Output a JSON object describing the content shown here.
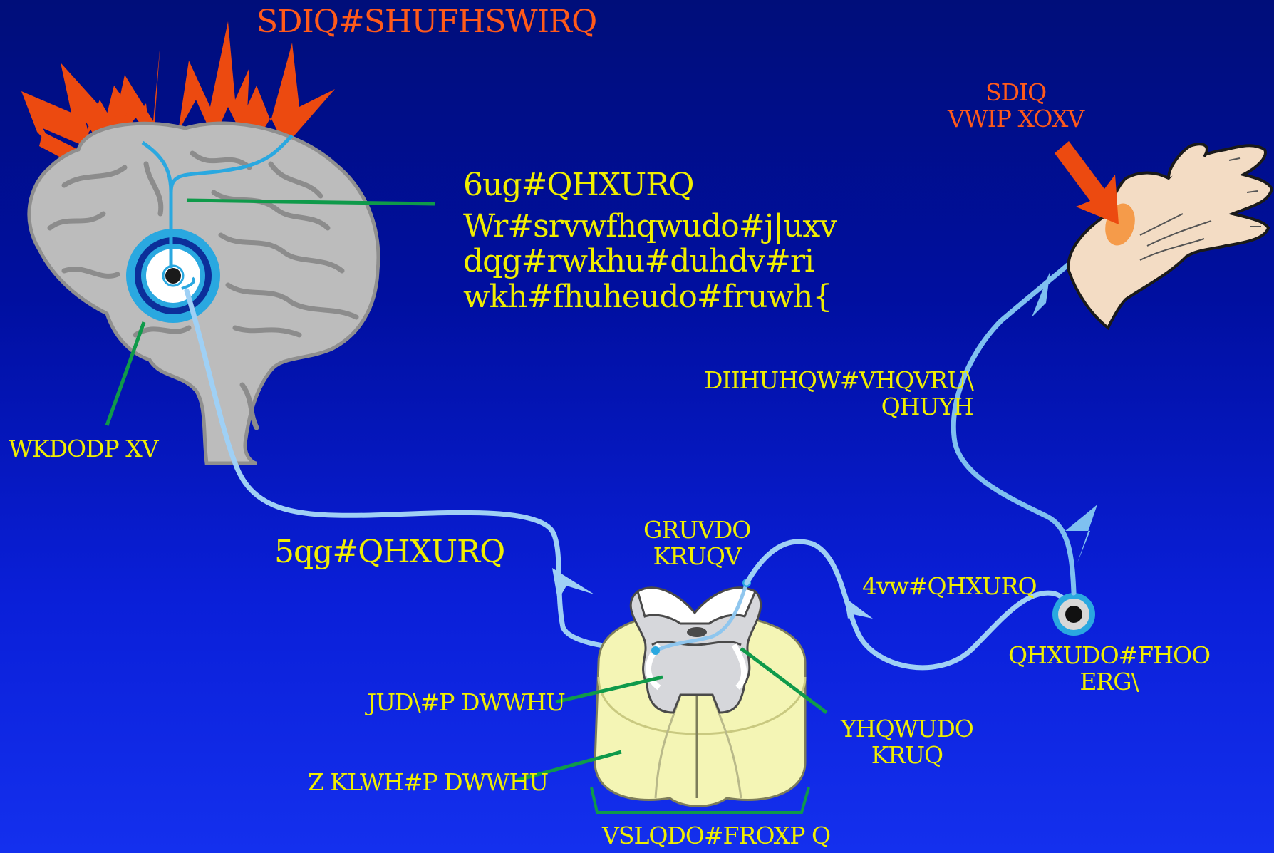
{
  "labels": {
    "pain_perception": "SDIQ#SHUFHSWIRQ",
    "pain_stimulus": "SDIQ\nVWIP XOXV",
    "third_neuron": "6ug#QHXURQ",
    "third_neuron_desc": "Wr#srvwfhqwudo#j|uxv\ndqg#rwkhu#duhdv#ri\nwkh#fhuheudo#fruwh{",
    "thalamus": "WKDODP XV",
    "afferent": "DIIHUHQW#VHQVRU\\\nQHUYH",
    "second_neuron": "5qg#QHXURQ",
    "dorsal_horns": "GRUVDO\nKRUQV",
    "first_neuron": "4vw#QHXURQ",
    "neural_cell_body": "QHXUDO#FHOO\nERG\\",
    "gray_matter": "JUD\\#P DWWHU",
    "white_matter": "Z KLWH#P DWWHU",
    "ventral_horn": "YHQWUDO\nKRUQ",
    "spinal_column": "VSLQDO#FROXP Q"
  },
  "colors": {
    "label_yellow": "#f0ee00",
    "label_orange": "#ff5a1a",
    "nerve_blue": "#6fb8f0",
    "pointer_green": "#0f9a4a",
    "brain_gray": "#b9b9b9"
  }
}
